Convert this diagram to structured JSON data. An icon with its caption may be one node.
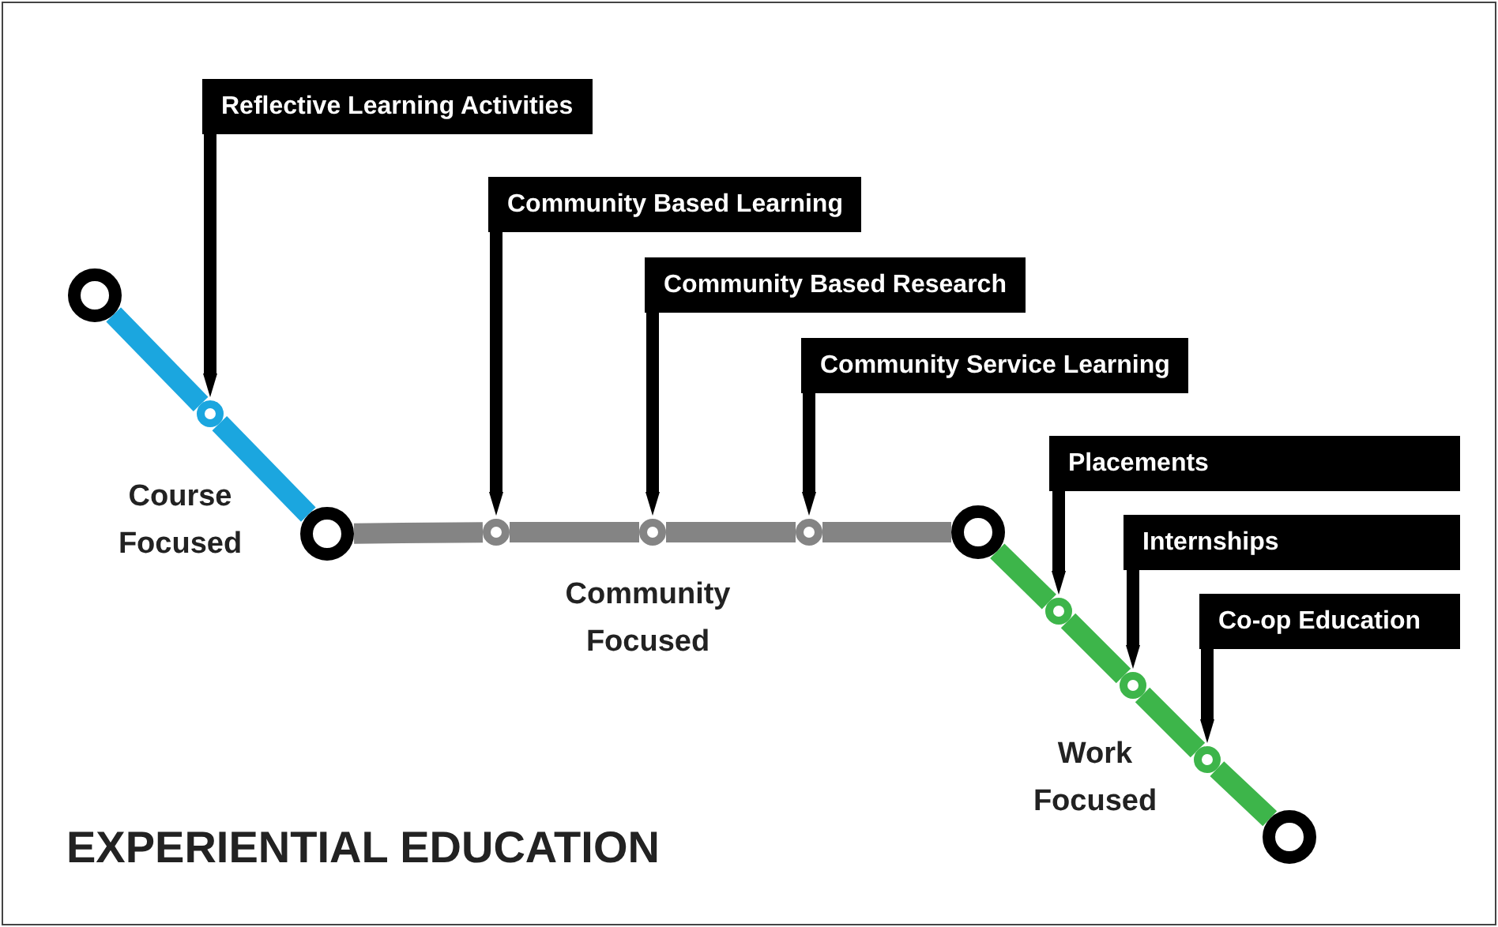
{
  "diagram": {
    "title": "EXPERIENTIAL EDUCATION",
    "nodes": [
      {
        "text": [],
        "shape": "circle"
      },
      {
        "text": [],
        "shape": "circle"
      },
      {
        "text": [],
        "shape": "circle"
      },
      {
        "text": [],
        "shape": "circle"
      },
      {
        "text": [],
        "shape": "circle"
      },
      {
        "text": [],
        "shape": "circle"
      },
      {
        "text": [],
        "shape": "circle"
      },
      {
        "text": [],
        "shape": "circle"
      },
      {
        "text": [],
        "shape": "circle"
      },
      {
        "text": [],
        "shape": "circle"
      },
      {
        "text": [],
        "shape": "circle"
      },
      {
        "text": [
          "Reflective Learning Activities"
        ]
      },
      {
        "text": [
          "Community Based Learning"
        ]
      },
      {
        "text": [
          "Community Based Research"
        ]
      },
      {
        "text": [
          "Community Service Learning"
        ]
      },
      {
        "text": [
          "Placements"
        ]
      },
      {
        "text": [
          "Internships"
        ]
      },
      {
        "text": [
          "Co-op Education"
        ]
      }
    ],
    "edges": [
      {
        "from": 0,
        "to": 1,
        "arrow": "none",
        "color": "#1ba6df"
      },
      {
        "from": 1,
        "to": 2,
        "arrow": "none",
        "color": "#1ba6df"
      },
      {
        "from": 2,
        "to": 3,
        "arrow": "none",
        "color": "#848484"
      },
      {
        "from": 3,
        "to": 4,
        "arrow": "none",
        "color": "#848484"
      },
      {
        "from": 4,
        "to": 5,
        "arrow": "none",
        "color": "#848484"
      },
      {
        "from": 5,
        "to": 6,
        "arrow": "none",
        "color": "#848484"
      },
      {
        "from": 6,
        "to": 7,
        "arrow": "none",
        "color": "#3db54a"
      },
      {
        "from": 7,
        "to": 8,
        "arrow": "none",
        "color": "#3db54a"
      },
      {
        "from": 8,
        "to": 9,
        "arrow": "none",
        "color": "#3db54a"
      },
      {
        "from": 9,
        "to": 10,
        "arrow": "none",
        "color": "#3db54a"
      },
      {
        "from": 11,
        "to": 1,
        "arrow": "to",
        "color": "#000000"
      },
      {
        "from": 12,
        "to": 3,
        "arrow": "to",
        "color": "#000000"
      },
      {
        "from": 13,
        "to": 4,
        "arrow": "to",
        "color": "#000000"
      },
      {
        "from": 14,
        "to": 5,
        "arrow": "to",
        "color": "#000000"
      },
      {
        "from": 15,
        "to": 7,
        "arrow": "to",
        "color": "#000000"
      },
      {
        "from": 16,
        "to": 8,
        "arrow": "to",
        "color": "#000000"
      },
      {
        "from": 17,
        "to": 9,
        "arrow": "to",
        "color": "#000000"
      }
    ],
    "labels": [
      "Course Focused",
      "Community Focused",
      "Work Focused"
    ]
  }
}
